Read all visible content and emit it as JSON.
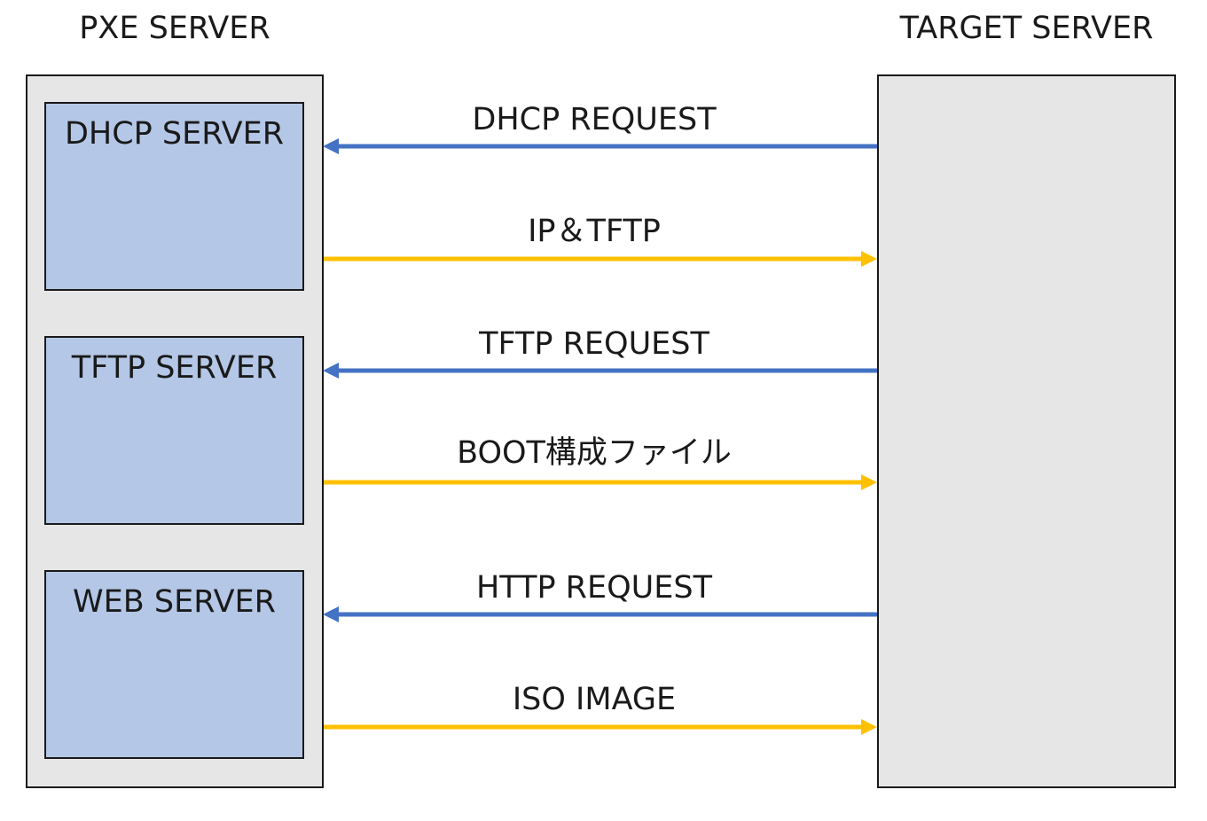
{
  "pxe_server": {
    "title": "PXE SERVER",
    "components": [
      {
        "label": "DHCP SERVER"
      },
      {
        "label": "TFTP SERVER"
      },
      {
        "label": "WEB SERVER"
      }
    ]
  },
  "target_server": {
    "title": "TARGET SERVER"
  },
  "flows": [
    {
      "label": "DHCP REQUEST",
      "direction": "to-pxe",
      "color": "#4472c4"
    },
    {
      "label": "IP＆TFTP",
      "direction": "to-target",
      "color": "#ffc000"
    },
    {
      "label": "TFTP REQUEST",
      "direction": "to-pxe",
      "color": "#4472c4"
    },
    {
      "label": "BOOT構成ファイル",
      "direction": "to-target",
      "color": "#ffc000"
    },
    {
      "label": "HTTP REQUEST",
      "direction": "to-pxe",
      "color": "#4472c4"
    },
    {
      "label": "ISO IMAGE",
      "direction": "to-target",
      "color": "#ffc000"
    }
  ],
  "colors": {
    "request_arrow": "#4472c4",
    "response_arrow": "#ffc000",
    "component_fill": "#b4c7e7",
    "server_fill": "#e6e6e6"
  }
}
